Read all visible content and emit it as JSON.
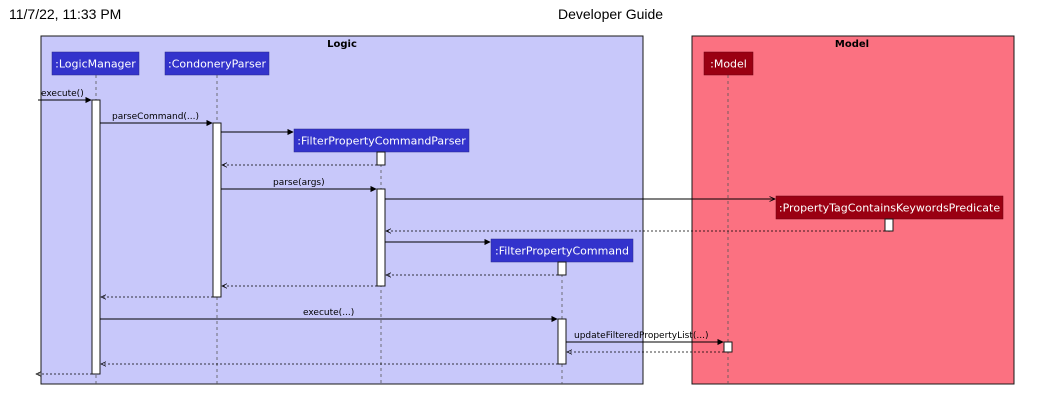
{
  "header": {
    "datetime": "11/7/22, 11:33 PM",
    "title": "Developer Guide"
  },
  "diagram": {
    "groups": {
      "logic": {
        "title": "Logic",
        "color": "#c8c8fa"
      },
      "model": {
        "title": "Model",
        "color": "#fb7181"
      }
    },
    "participants": {
      "logic_manager": ":LogicManager",
      "condonery_parser": ":CondoneryParser",
      "filter_property_command_parser": ":FilterPropertyCommandParser",
      "property_tag_predicate": ":PropertyTagContainsKeywordsPredicate",
      "filter_property_command": ":FilterPropertyCommand",
      "model": ":Model"
    },
    "messages": {
      "execute_call": "execute()",
      "parse_command": "parseCommand(...)",
      "parse_args": "parse(args)",
      "execute_command": "execute(...)",
      "update_filtered_property_list": "updateFilteredPropertyList(...)"
    },
    "colors": {
      "logic_participant": "#3333cc",
      "model_participant": "#9a0012"
    }
  }
}
